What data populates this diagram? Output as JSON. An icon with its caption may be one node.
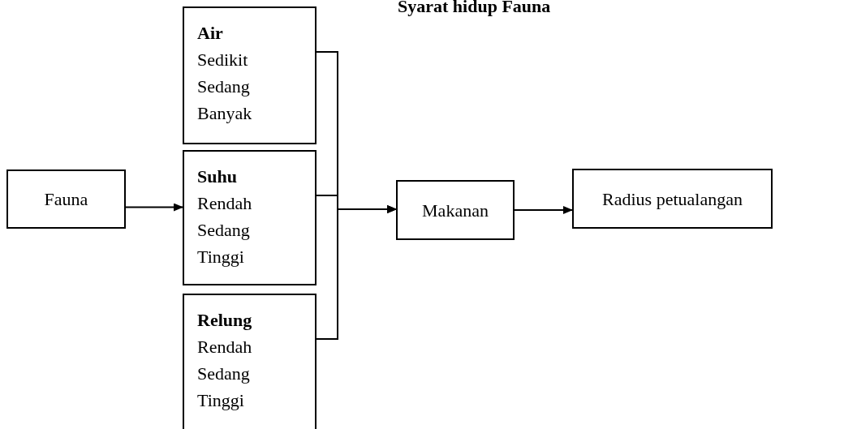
{
  "diagram": {
    "title": "Syarat hidup Fauna",
    "nodes": [
      {
        "text": [
          "Fauna"
        ]
      },
      {
        "text": [
          "Air",
          "Sedikit",
          "Sedang",
          "Banyak"
        ]
      },
      {
        "text": [
          "Suhu",
          "Rendah",
          "Sedang",
          "Tinggi"
        ]
      },
      {
        "text": [
          "Relung",
          "Rendah",
          "Sedang",
          "Tinggi"
        ]
      },
      {
        "text": [
          "Makanan"
        ]
      },
      {
        "text": [
          "Radius petualangan"
        ]
      }
    ],
    "edges": [
      {
        "from": 0,
        "to": 2,
        "arrow": "to"
      },
      {
        "from": 1,
        "to": 4,
        "arrow": "to"
      },
      {
        "from": 2,
        "to": 4,
        "arrow": "to"
      },
      {
        "from": 3,
        "to": 4,
        "arrow": "to"
      },
      {
        "from": 4,
        "to": 5,
        "arrow": "to"
      }
    ]
  }
}
